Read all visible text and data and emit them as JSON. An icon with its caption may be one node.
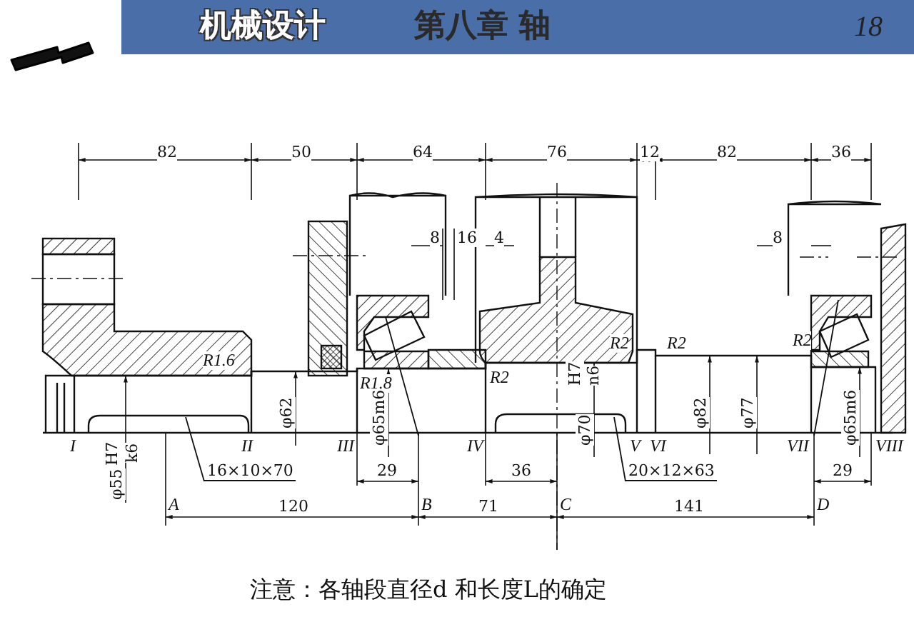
{
  "diagram": {
    "title": "第八章 轴",
    "caption": "注意：各轴段直径d 和长度L的确定",
    "nodes": [
      {
        "text": [
          "16×10×70"
        ]
      },
      {
        "text": [
          "20×12×63"
        ]
      }
    ],
    "edges": [
      {
        "from": 0,
        "to": null,
        "arrow": "none"
      },
      {
        "from": 1,
        "to": null,
        "arrow": "none"
      }
    ],
    "labels": [
      "机械设计",
      "18",
      "82",
      "50",
      "64",
      "76",
      "12",
      "82",
      "36",
      "8",
      "16",
      "4",
      "8",
      "R1.6",
      "R1.8",
      "R2",
      "R2",
      "R2",
      "R2",
      "φ62",
      "φ65m6",
      "H7",
      "n6",
      "φ70",
      "φ82",
      "φ77",
      "φ65m6",
      "I",
      "II",
      "III",
      "IV",
      "V",
      "VI",
      "VII",
      "VIII",
      "H7",
      "k6",
      "φ55",
      "29",
      "36",
      "29",
      "A",
      "120",
      "B",
      "71",
      "C",
      "141",
      "D"
    ]
  }
}
